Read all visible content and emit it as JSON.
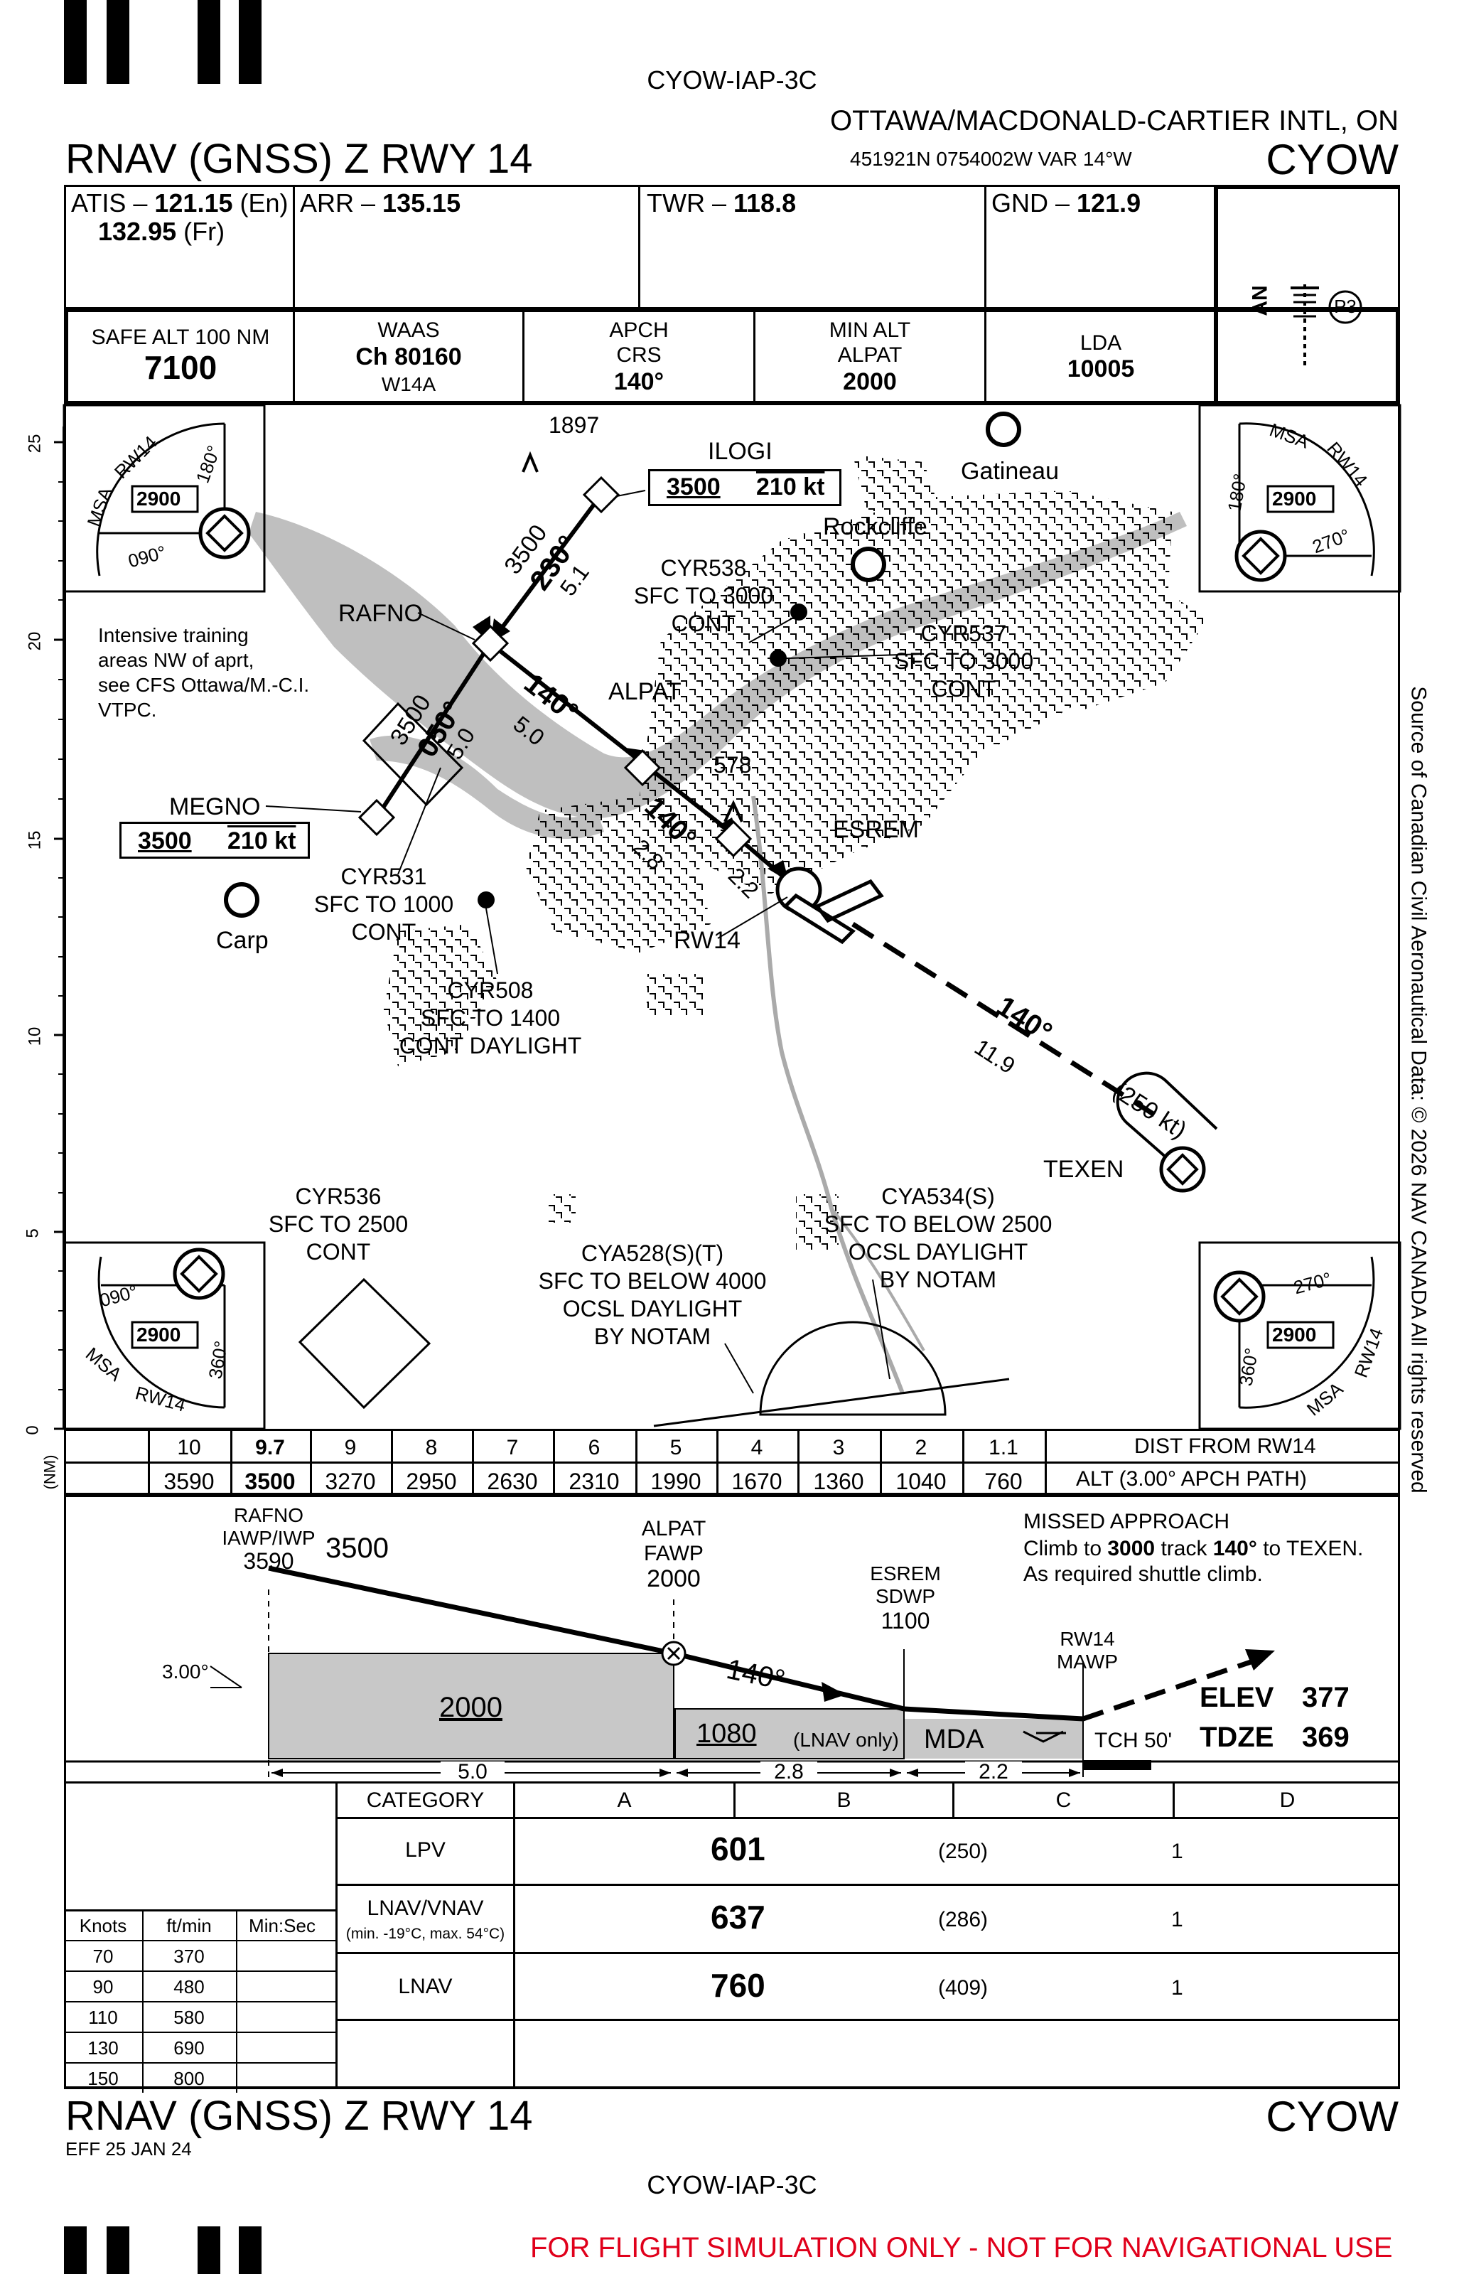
{
  "chart_id": "CYOW-IAP-3C",
  "header": {
    "title": "RNAV (GNSS) Z RWY 14",
    "airport_name": "OTTAWA/MACDONALD-CARTIER INTL, ON",
    "coords": "451921N  0754002W  VAR 14°W",
    "ident": "CYOW"
  },
  "comms": {
    "atis_label": "ATIS – ",
    "atis_freq1": "121.15",
    "atis_lang1": " (En)",
    "atis_freq2": "132.95",
    "atis_lang2": " (Fr)",
    "arr_label": "ARR – ",
    "arr_freq": "135.15",
    "twr_label": "TWR – ",
    "twr_freq": "118.8",
    "gnd_label": "GND – ",
    "gnd_freq": "121.9"
  },
  "briefing": {
    "safe_alt_label": "SAFE ALT 100 NM",
    "safe_alt": "7100",
    "waas_label": "WAAS",
    "waas_ch": "Ch 80160",
    "waas_id": "W14A",
    "apch_label1": "APCH",
    "apch_label2": "CRS",
    "apch_crs": "140°",
    "min_alt_label1": "MIN ALT",
    "min_alt_label2": "ALPAT",
    "min_alt": "2000",
    "lda_label": "LDA",
    "lda": "10005",
    "lighting_label": "AN",
    "lighting_p": "P3"
  },
  "plan": {
    "scale": [
      "25",
      "20",
      "15",
      "10",
      "5",
      "0"
    ],
    "scale_unit": "(NM)",
    "msa_label": "MSA",
    "msa_ref": "RW14",
    "msa_alt": "2900",
    "msa_180": "180°",
    "msa_090": "090°",
    "msa_270": "270°",
    "msa_360": "360°",
    "obstacle_1897": "1897",
    "obstacle_578": "578",
    "ilogi": "ILOGI",
    "ilogi_alt": "3500",
    "ilogi_spd": "210 kt",
    "gatineau": "Gatineau",
    "rockcliffe": "Rockcliffe",
    "rafno": "RAFNO",
    "alpat": "ALPAT",
    "esrem": "ESREM",
    "megno": "MEGNO",
    "megno_alt": "3500",
    "megno_spd": "210 kt",
    "carp": "Carp",
    "rw14": "RW14",
    "texen": "TEXEN",
    "hold_spd": "(250 kt)",
    "training_note": [
      "Intensive training",
      "areas NW of aprt,",
      "see CFS Ottawa/M.-C.I.",
      "VTPC."
    ],
    "cyr538": [
      "CYR538",
      "SFC TO 3000",
      "CONT"
    ],
    "cyr537": [
      "CYR537",
      "SFC TO 3000",
      "CONT"
    ],
    "cyr531": [
      "CYR531",
      "SFC TO 1000",
      "CONT"
    ],
    "cyr508": [
      "CYR508",
      "SFC TO 1400",
      "CONT DAYLIGHT"
    ],
    "cyr536": [
      "CYR536",
      "SFC TO 2500",
      "CONT"
    ],
    "cya528": [
      "CYA528(S)(T)",
      "SFC TO BELOW 4000",
      "OCSL DAYLIGHT",
      "BY NOTAM"
    ],
    "cya534": [
      "CYA534(S)",
      "SFC TO BELOW 2500",
      "OCSL DAYLIGHT",
      "BY NOTAM"
    ],
    "leg_ilogi_alt": "3500",
    "leg_ilogi_crs": "230°",
    "leg_ilogi_dist": "5.1",
    "leg_megno_alt": "3500",
    "leg_megno_crs": "050°",
    "leg_megno_dist": "5.0",
    "leg_rafno_crs": "140°",
    "leg_rafno_dist": "5.0",
    "leg_alpat_crs": "140°",
    "leg_alpat_dist": "2.8",
    "leg_esrem_dist": "2.2",
    "leg_ma_crs": "140°",
    "leg_ma_dist": "11.9",
    "source_note": "Source of Canadian Civil Aeronautical Data: © 2026 NAV CANADA All rights reserved"
  },
  "dist_table": {
    "dist": [
      "10",
      "9.7",
      "9",
      "8",
      "7",
      "6",
      "5",
      "4",
      "3",
      "2",
      "1.1"
    ],
    "alt": [
      "3590",
      "3500",
      "3270",
      "2950",
      "2630",
      "2310",
      "1990",
      "1670",
      "1360",
      "1040",
      "760"
    ],
    "dist_label": "DIST FROM RW14",
    "alt_label": "ALT (3.00° APCH PATH)",
    "unit": "(NM)"
  },
  "profile": {
    "rafno_label": [
      "RAFNO",
      "IAWP/IWP"
    ],
    "rafno_alt": "3590",
    "initial_alt": "3500",
    "alpat_label": [
      "ALPAT",
      "FAWP"
    ],
    "alpat_alt": "2000",
    "esrem_label": [
      "ESREM",
      "SDWP"
    ],
    "esrem_alt": "1100",
    "rw14_label": [
      "RW14",
      "MAWP"
    ],
    "gp_angle": "3.00°",
    "box_2000": "2000",
    "box_1080": "1080",
    "lnav_only": "(LNAV only)",
    "mda": "MDA",
    "crs": "140°",
    "seg1": "5.0",
    "seg2": "2.8",
    "seg3": "2.2",
    "tch": "TCH 50'",
    "elev_label": "ELEV",
    "elev": "377",
    "tdze_label": "TDZE",
    "tdze": "369",
    "missed_title": "MISSED APPROACH",
    "missed_l1a": "Climb to ",
    "missed_l1b": "3000",
    "missed_l1c": "  track ",
    "missed_l1d": "140°",
    "missed_l1e": " to TEXEN.",
    "missed_l2": "As required shuttle climb."
  },
  "minima": {
    "category": "CATEGORY",
    "cats": [
      "A",
      "B",
      "C",
      "D"
    ],
    "rows": [
      {
        "label": "LPV",
        "sub": "",
        "da": "601",
        "hat": "(250)",
        "vis": "1"
      },
      {
        "label": "LNAV/VNAV",
        "sub": "(min. -19°C, max. 54°C)",
        "da": "637",
        "hat": "(286)",
        "vis": "1"
      },
      {
        "label": "LNAV",
        "sub": "",
        "da": "760",
        "hat": "(409)",
        "vis": "1"
      }
    ]
  },
  "rate_table": {
    "headers": [
      "Knots",
      "ft/min",
      "Min:Sec"
    ],
    "rows": [
      [
        "70",
        "370",
        ""
      ],
      [
        "90",
        "480",
        ""
      ],
      [
        "110",
        "580",
        ""
      ],
      [
        "130",
        "690",
        ""
      ],
      [
        "150",
        "800",
        ""
      ]
    ]
  },
  "footer": {
    "title": "RNAV (GNSS) Z RWY 14",
    "ident": "CYOW",
    "eff": "EFF 25 JAN 24",
    "chart_id": "CYOW-IAP-3C",
    "warning": "FOR FLIGHT SIMULATION ONLY - NOT FOR NAVIGATIONAL USE"
  }
}
